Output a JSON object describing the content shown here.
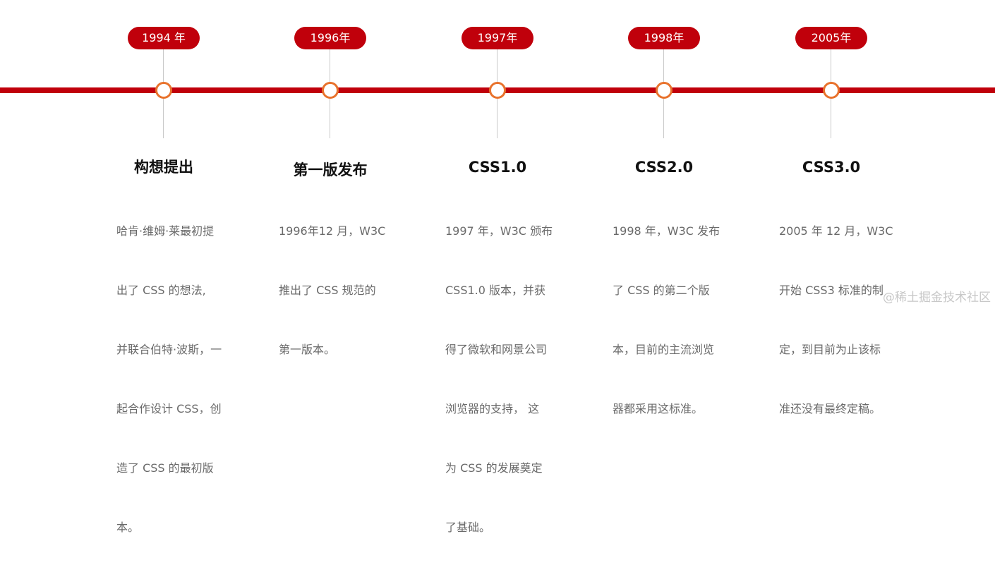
{
  "timeline": {
    "accent_color": "#c0000b",
    "node_color": "#e8722c",
    "events": [
      {
        "year": "1994 年",
        "title": "构想提出",
        "description": [
          "哈肯·维姆·莱最初提",
          "出了 CSS 的想法,",
          "并联合伯特·波斯，一",
          "起合作设计 CSS，创",
          "造了 CSS 的最初版",
          "本。"
        ]
      },
      {
        "year": "1996年",
        "title": "第一版发布",
        "description": [
          "1996年12 月，W3C",
          "推出了 CSS 规范的",
          "第一版本。"
        ]
      },
      {
        "year": "1997年",
        "title": "CSS1.0",
        "description": [
          "1997 年，W3C 颁布",
          "CSS1.0 版本，并获",
          "得了微软和网景公司",
          "浏览器的支持， 这",
          "为 CSS 的发展奠定",
          "了基础。"
        ]
      },
      {
        "year": "1998年",
        "title": "CSS2.0",
        "description": [
          "1998 年，W3C 发布",
          "了 CSS 的第二个版",
          "本，目前的主流浏览",
          "器都采用这标准。"
        ]
      },
      {
        "year": "2005年",
        "title": "CSS3.0",
        "description": [
          "2005 年 12 月，W3C",
          "开始 CSS3 标准的制",
          "定，到目前为止该标",
          "准还没有最终定稿。"
        ]
      }
    ]
  },
  "watermark": "@稀土掘金技术社区"
}
